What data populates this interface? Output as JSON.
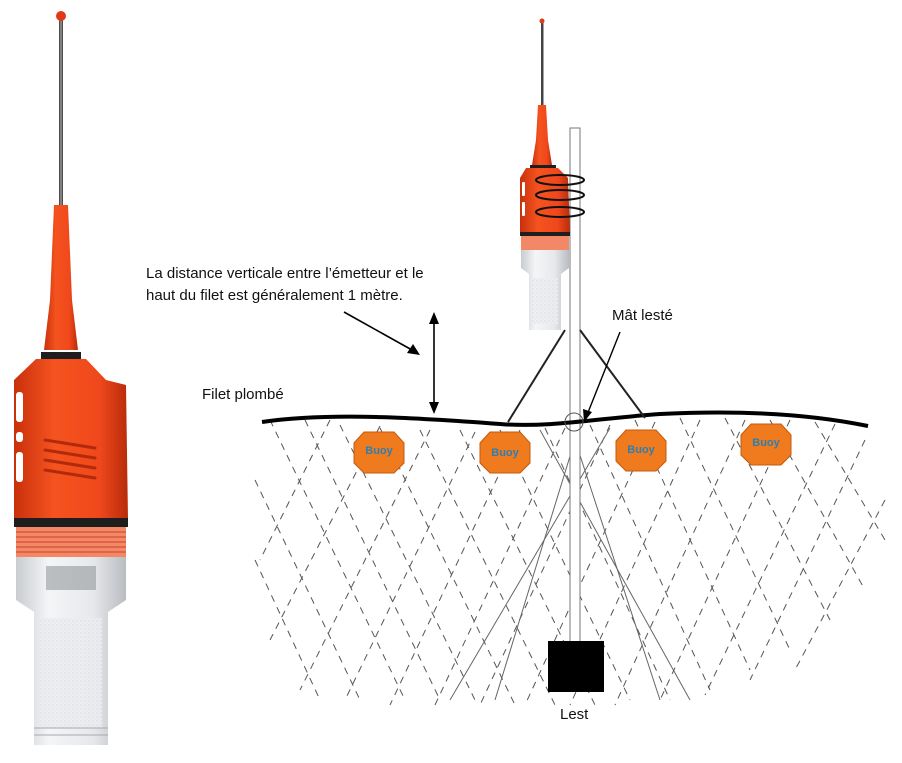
{
  "labels": {
    "distance_line1": "La distance verticale entre l’émetteur et le",
    "distance_line2": "haut du filet est généralement 1 mètre.",
    "mast": "Mât lesté",
    "net": "Filet plombé",
    "weight": "Lest"
  },
  "buoys": [
    "Buoy",
    "Buoy",
    "Buoy",
    "Buoy"
  ],
  "colors": {
    "beacon_orange": "#f0481c",
    "buoy_orange": "#f07a1e",
    "buoy_text": "#2e7fb0",
    "net_dash": "#555555",
    "rope": "#000000"
  },
  "icons": [
    "radio-beacon-icon"
  ]
}
